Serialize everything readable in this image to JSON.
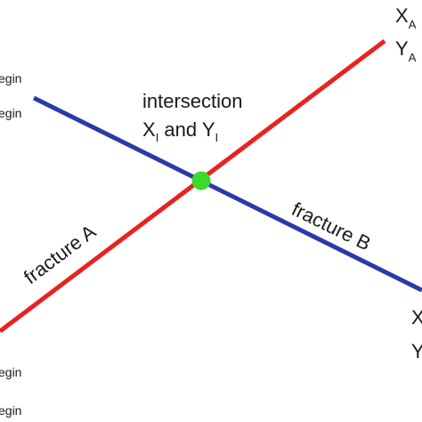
{
  "colors": {
    "fracture_a": "#e8231f",
    "fracture_b": "#2a3aa8",
    "intersection": "#3adb2c",
    "text": "#1a1a1a"
  },
  "labels": {
    "intersection_title": "intersection",
    "intersection_x": "X",
    "intersection_sub_x": "I",
    "intersection_and": " and ",
    "intersection_y": "Y",
    "intersection_sub_y": "I",
    "fracture_a": "fracture A",
    "fracture_b": "fracture B",
    "end_a_x": "X",
    "end_a_x_sub": "A",
    "end_a_y": "Y",
    "end_a_y_sub": "A",
    "end_b_x": "X",
    "end_b_y": "Y",
    "begin_1": "egin",
    "begin_2": "egin",
    "begin_3": "egin",
    "begin_4": "egin"
  }
}
